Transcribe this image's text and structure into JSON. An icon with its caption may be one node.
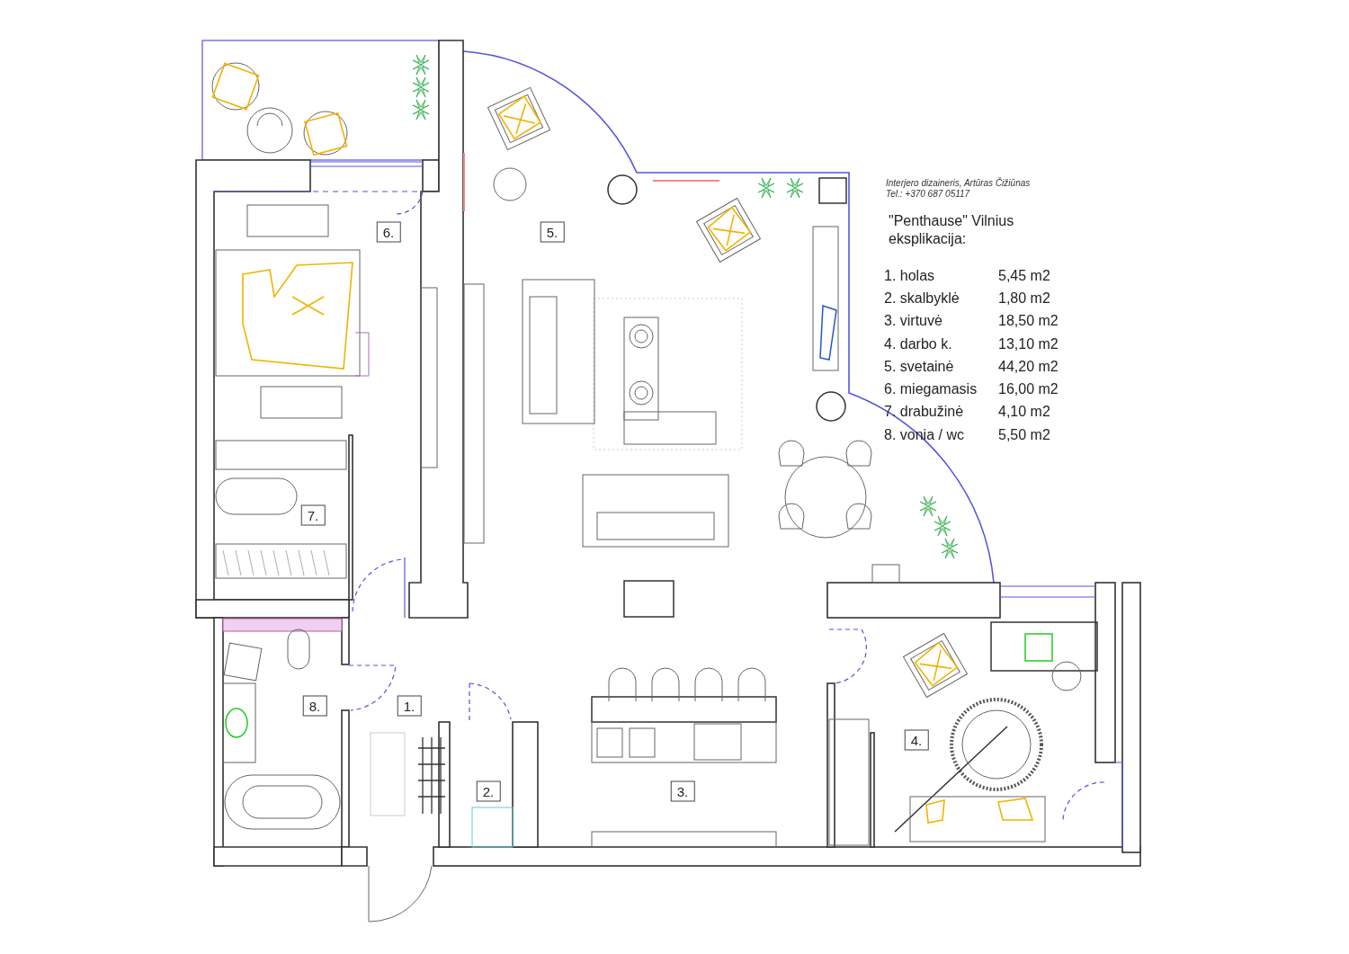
{
  "diagram": {
    "nodes": [
      {
        "text": [
          "6."
        ]
      },
      {
        "text": [
          "5."
        ]
      },
      {
        "text": [
          "7."
        ]
      },
      {
        "text": [
          "8."
        ]
      },
      {
        "text": [
          "1."
        ]
      },
      {
        "text": [
          "4."
        ]
      },
      {
        "text": [
          "2."
        ]
      },
      {
        "text": [
          "3."
        ]
      }
    ],
    "edges": [],
    "labels": [
      "Interjero dizaineris, Artūras Čižiūnas",
      "Tel.: +370 687 05117",
      "\"Penthause\" Vilnius eksplikacija:",
      "1. holas",
      "5,45 m2",
      "2. skalbyklė",
      "1,80 m2",
      "3. virtuvė",
      "18,50 m2",
      "4. darbo k.",
      "13,10 m2",
      "5. svetainė",
      "44,20 m2",
      "6. miegamasis",
      "16,00 m2",
      "7. drabužinė",
      "4,10 m2",
      "8. vonia / wc",
      "5,50 m2"
    ]
  }
}
